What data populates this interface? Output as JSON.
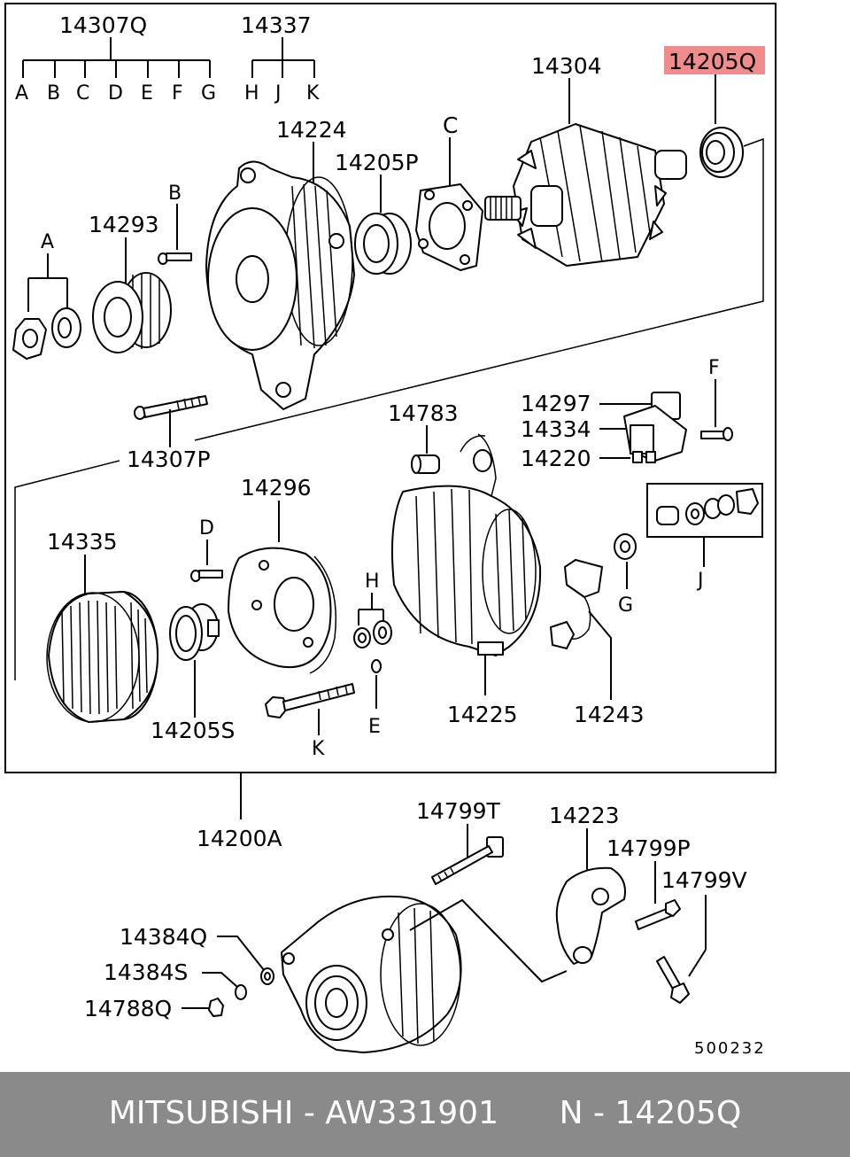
{
  "highlight_color": "#f08c8c",
  "footer_bg": "#8a8a8a",
  "labels": {
    "g14307q": "14307Q",
    "g14337": "14337",
    "a1": "A",
    "b1": "B",
    "c1": "C",
    "d1": "D",
    "e1": "E",
    "f1": "F",
    "g1": "G",
    "h1": "H",
    "j1": "J",
    "k1": "K",
    "p14304": "14304",
    "p14205q": "14205Q",
    "p14224": "14224",
    "p14205p": "14205P",
    "c2": "C",
    "b2": "B",
    "p14293": "14293",
    "a2": "A",
    "p14307p": "14307P",
    "p14783": "14783",
    "p14297": "14297",
    "p14334": "14334",
    "p14220": "14220",
    "f2": "F",
    "p14296": "14296",
    "p14335": "14335",
    "d2": "D",
    "h2": "H",
    "e2": "E",
    "k2": "K",
    "p14205s": "14205S",
    "p14225": "14225",
    "g2": "G",
    "j2": "J",
    "p14243": "14243",
    "p14200a": "14200A",
    "p14799t": "14799T",
    "p14223": "14223",
    "p14799p": "14799P",
    "p14799v": "14799V",
    "p14384q": "14384Q",
    "p14384s": "14384S",
    "p14788q": "14788Q",
    "ref": "500232"
  },
  "footer": {
    "text": "MITSUBISHI - AW331901      N - 14205Q"
  }
}
